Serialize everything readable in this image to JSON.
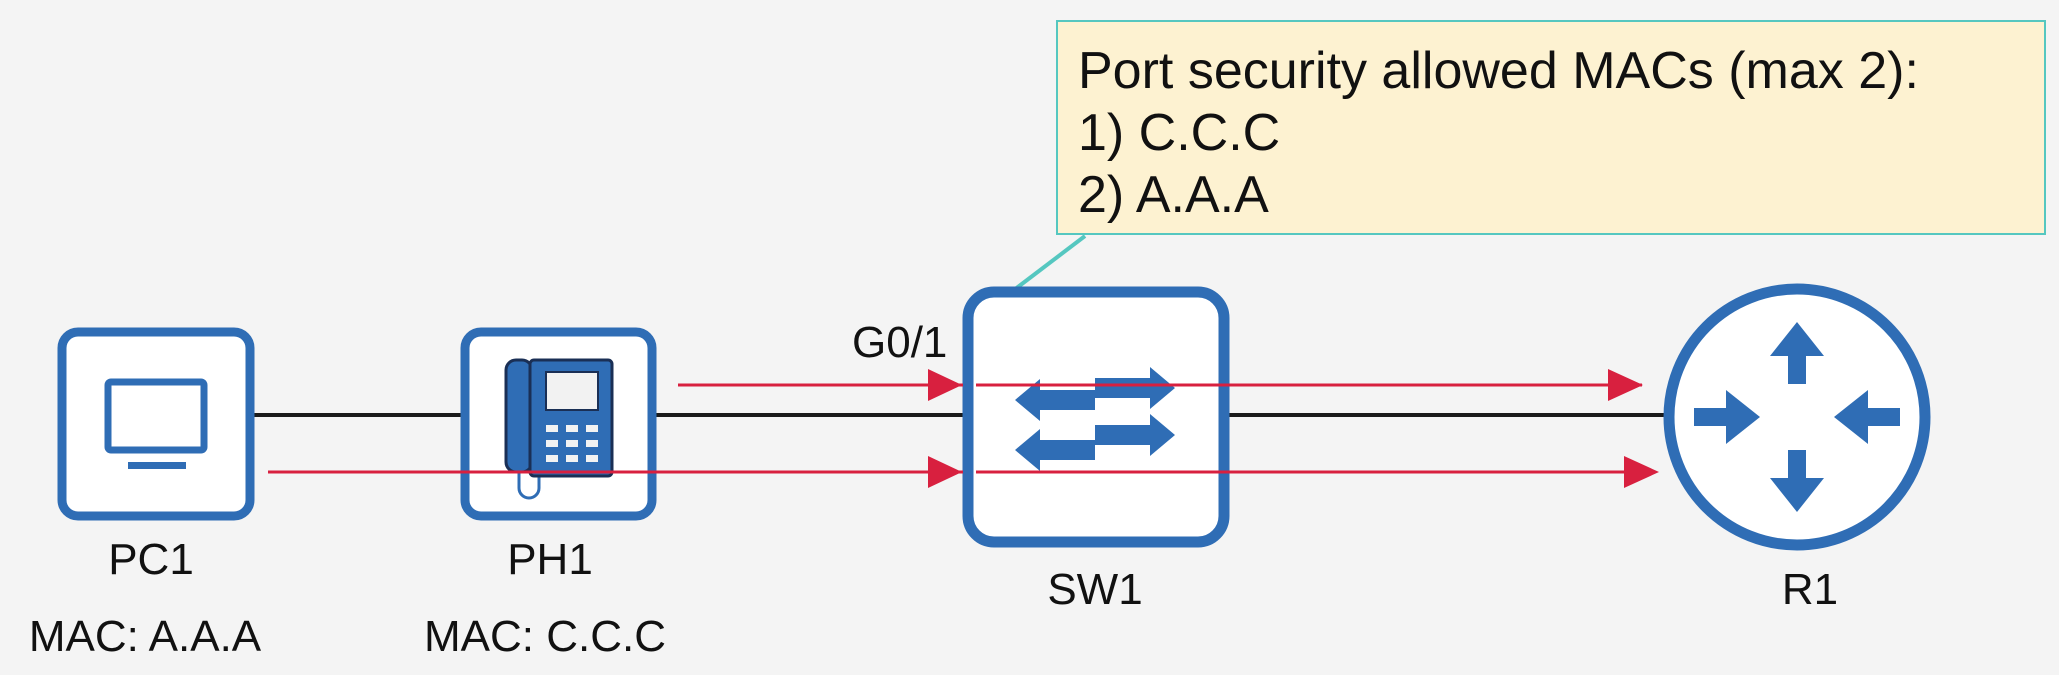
{
  "note": {
    "title": "Port security allowed MACs (max 2):",
    "items": [
      "1) C.C.C",
      "2) A.A.A"
    ]
  },
  "devices": {
    "pc1": {
      "name": "PC1",
      "mac": "MAC: A.A.A"
    },
    "ph1": {
      "name": "PH1",
      "mac": "MAC: C.C.C"
    },
    "sw1": {
      "name": "SW1"
    },
    "r1": {
      "name": "R1"
    }
  },
  "port": {
    "label": "G0/1"
  },
  "colors": {
    "device": "#2f6db5",
    "arrow": "#d8203f",
    "link": "#1a1a1a",
    "callout_border": "#55c7c0",
    "callout_fill": "#fdf2d1",
    "background": "#f4f4f4"
  }
}
